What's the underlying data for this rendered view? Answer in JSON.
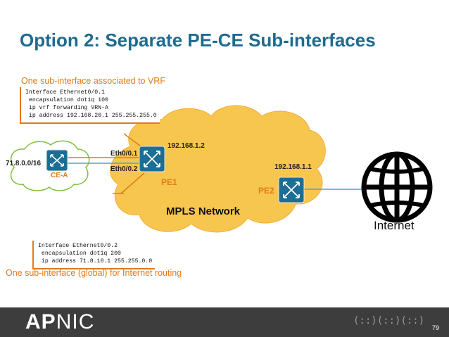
{
  "title": "Option 2: Separate PE-CE Sub-interfaces",
  "vrf_caption": "One sub-interface associated to VRF",
  "vrf_config": "Interface Ethernet0/0.1\n encapsulation dot1q 100\n ip vrf forwarding VRN-A\n ip address 192.168.20.1 255.255.255.0",
  "global_caption": "One sub-interface (global) for Internet routing",
  "global_config": "Interface Ethernet0/0.2\n encapsulation dot1q 200\n ip address 71.8.10.1 255.255.0.0",
  "ce_network": "71.8.0.0/16",
  "ce_label": "CE-A",
  "eth1_label": "Eth0/0.1",
  "eth2_label": "Eth0/0.2",
  "pe1_ip": "192.168.1.2",
  "pe1_label": "PE1",
  "pe2_ip": "192.168.1.1",
  "pe2_label": "PE2",
  "mpls_label": "MPLS Network",
  "internet_label": "Internet",
  "footer": {
    "logo_bold": "AP",
    "logo_light": "NIC",
    "page_number": "79"
  },
  "colors": {
    "title": "#1f6b8f",
    "accent_orange": "#e07b1a",
    "cloud_fill": "#f7c64e",
    "router_fill": "#1b6e95",
    "link_blue": "#4aa3d6",
    "link_orange": "#e07b1a",
    "footer_bg": "#3d3d3d"
  }
}
